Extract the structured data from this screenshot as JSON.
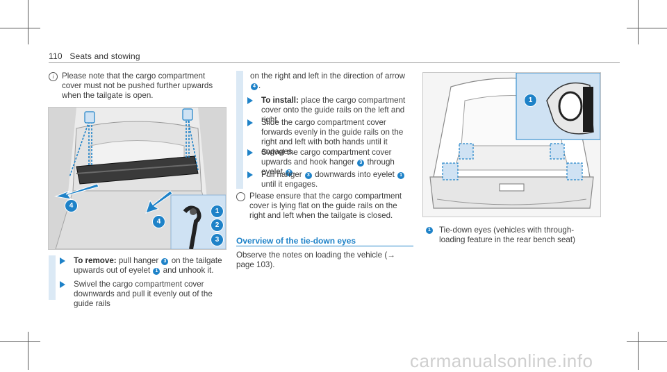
{
  "header": {
    "page_number": "110",
    "section": "Seats and stowing"
  },
  "note_left": {
    "icon": "info-icon",
    "text": "Please note that the cargo compartment cover must not be pushed further upwards when the tailgate is open."
  },
  "steps_left": [
    {
      "keyword": "To remove:",
      "parts": [
        "pull hanger ",
        "3",
        " on the tailgate upwards out of eyelet ",
        "1",
        " and unhook it."
      ]
    },
    {
      "keyword": "",
      "parts": [
        "Swivel the cargo compartment cover downwards and pull it evenly out of the guide rails"
      ]
    }
  ],
  "steps_middle": {
    "continuation": [
      "on the right and left in the direction of arrow ",
      "4",
      "."
    ],
    "items": [
      {
        "keyword": "To install:",
        "parts": [
          "place the cargo compartment cover onto the guide rails on the left and right."
        ]
      },
      {
        "keyword": "",
        "parts": [
          "Slide the cargo compartment cover forwards evenly in the guide rails on the right and left with both hands until it engages."
        ]
      },
      {
        "keyword": "",
        "parts": [
          "Swivel the cargo compartment cover upwards and hook hanger ",
          "3",
          " through eyelet ",
          "2",
          "."
        ]
      },
      {
        "keyword": "",
        "parts": [
          "Pull hanger ",
          "3",
          " downwards into eyelet ",
          "1",
          " until it engages."
        ]
      }
    ],
    "note": "Please ensure that the cargo compartment cover is lying flat on the guide rails on the right and left when the tailgate is closed."
  },
  "section": {
    "title": "Overview of the tie-down eyes",
    "text": "Observe the notes on loading the vehicle (→ page 103)."
  },
  "legend_right": {
    "num": "1",
    "text": "Tie-down eyes (vehicles with through-loading feature in the rear bench seat)"
  },
  "figure_left": {
    "callouts": [
      "1",
      "2",
      "3",
      "4",
      "4"
    ]
  },
  "figure_right": {
    "callouts": [
      "1"
    ]
  },
  "watermark": "carmanualsonline.info",
  "colors": {
    "accent": "#1e82c8",
    "step_bar": "#dbe9f5",
    "text": "#3d3d3d"
  }
}
